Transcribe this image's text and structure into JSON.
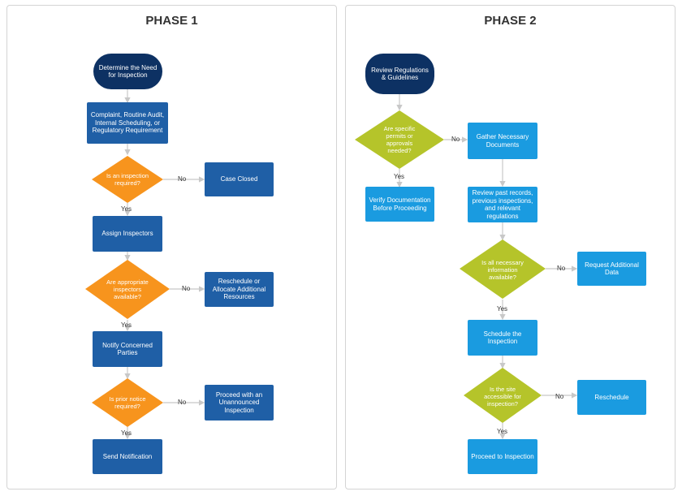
{
  "colors": {
    "terminal": "#0d3163",
    "process_dark": "#1f5fa6",
    "process_light": "#1a9be0",
    "decision_orange": "#f7941d",
    "decision_green": "#b5c42a",
    "connector": "#c8c8c8"
  },
  "phase1": {
    "title": "PHASE 1",
    "start": "Determine the Need for Inspection",
    "complaint": "Complaint, Routine Audit, Internal Scheduling, or Regulatory Requirement",
    "decision_required": "Is an inspection required?",
    "case_closed": "Case Closed",
    "assign": "Assign Inspectors",
    "decision_available": "Are appropriate inspectors available?",
    "reschedule_allocate": "Reschedule or Allocate Additional Resources",
    "notify": "Notify Concerned Parties",
    "decision_prior": "Is prior notice required?",
    "unannounced": "Proceed with an Unannounced Inspection",
    "send": "Send Notification",
    "yes": "Yes",
    "no": "No"
  },
  "phase2": {
    "title": "PHASE 2",
    "start": "Review Regulations & Guidelines",
    "decision_permits": "Are specific permits or approvals needed?",
    "gather": "Gather Necessary Documents",
    "verify": "Verify Documentation Before Proceeding",
    "review": "Review past records, previous inspections, and relevant regulations",
    "decision_info": "Is all necessary information available?",
    "request": "Request Additional Data",
    "schedule": "Schedule the Inspection",
    "decision_site": "Is the site accessible for inspection?",
    "reschedule": "Reschedule",
    "proceed": "Proceed to Inspection",
    "yes": "Yes",
    "no": "No"
  }
}
